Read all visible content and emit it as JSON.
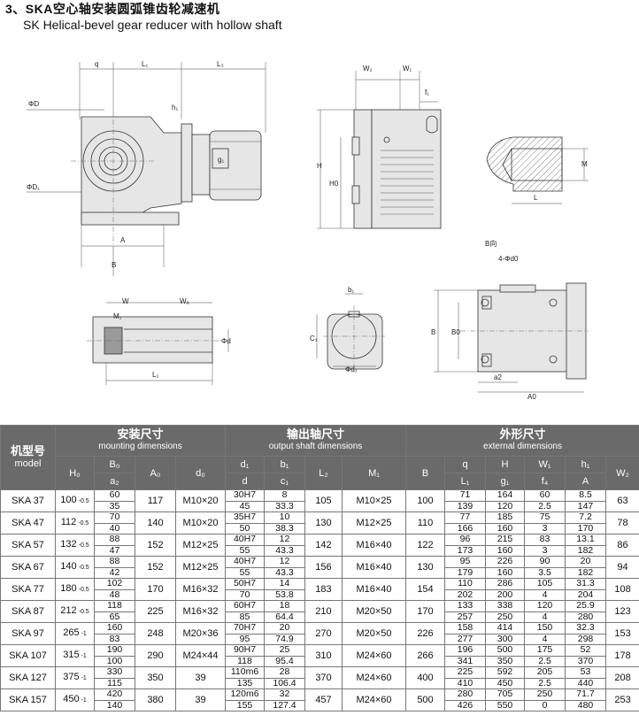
{
  "heading": {
    "zh": "3、SKA空心轴安装圆弧锥齿轮减速机",
    "en": "SK Helical-bevel gear reducer with hollow shaft"
  },
  "drawing_labels": {
    "q": "q",
    "L1": "L₁",
    "L3": "L₃",
    "phiD": "ΦD",
    "phiD1": "ΦD₁",
    "h1": "h₁",
    "g1": "g₁",
    "A": "A",
    "B": "B",
    "W2": "W₂",
    "W1": "W₁",
    "f1": "f₁",
    "H": "H",
    "H0": "H0",
    "M": "M",
    "L": "L",
    "W": "W",
    "Wa": "Wₐ",
    "M1": "M₁",
    "phid": "Φd",
    "L2": "L₂",
    "b1": "b₁",
    "C1": "C₁",
    "phid1": "Φd₁",
    "b_view": "B向",
    "holes": "4-Φd0",
    "B0": "B0",
    "a2": "a2",
    "A0": "A0"
  },
  "table": {
    "model_zh": "机型号",
    "model_en": "model",
    "groups": [
      {
        "zh": "安装尺寸",
        "en": "mounting dimensions"
      },
      {
        "zh": "输出轴尺寸",
        "en": "output shaft dimensions"
      },
      {
        "zh": "外形尺寸",
        "en": "external dimensions"
      }
    ],
    "cols": {
      "H0": "H₀",
      "B0": "B₀",
      "a2": "a₂",
      "A0": "A₀",
      "d0": "d₀",
      "d1": "d₁",
      "d": "d",
      "b1": "b₁",
      "c1": "c₁",
      "L2": "L₂",
      "M1": "M₁",
      "B": "B",
      "q": "q",
      "L1": "L₁",
      "H": "H",
      "g1": "g₁",
      "W1": "W₁",
      "f4": "f₄",
      "h1": "h₁",
      "A": "A",
      "W2": "W₂"
    },
    "rows": [
      {
        "model": "SKA 37",
        "H0": "100",
        "tol": "-0.5",
        "B0": "60",
        "a2": "35",
        "A0": "117",
        "d0": "M10×20",
        "d1": "30H7",
        "d": "45",
        "b1": "8",
        "c1": "33.3",
        "L2": "105",
        "M1": "M10×25",
        "B": "100",
        "q": "71",
        "L1": "139",
        "H": "164",
        "g1": "120",
        "W1": "60",
        "f4": "2.5",
        "h1": "8.5",
        "A": "147",
        "W2": "63"
      },
      {
        "model": "SKA 47",
        "H0": "112",
        "tol": "-0.5",
        "B0": "70",
        "a2": "40",
        "A0": "140",
        "d0": "M10×20",
        "d1": "35H7",
        "d": "50",
        "b1": "10",
        "c1": "38.3",
        "L2": "130",
        "M1": "M12×25",
        "B": "110",
        "q": "77",
        "L1": "166",
        "H": "185",
        "g1": "160",
        "W1": "75",
        "f4": "3",
        "h1": "7.2",
        "A": "170",
        "W2": "78"
      },
      {
        "model": "SKA 57",
        "H0": "132",
        "tol": "-0.5",
        "B0": "88",
        "a2": "47",
        "A0": "152",
        "d0": "M12×25",
        "d1": "40H7",
        "d": "55",
        "b1": "12",
        "c1": "43.3",
        "L2": "142",
        "M1": "M16×40",
        "B": "122",
        "q": "96",
        "L1": "173",
        "H": "215",
        "g1": "160",
        "W1": "83",
        "f4": "3",
        "h1": "13.1",
        "A": "182",
        "W2": "86"
      },
      {
        "model": "SKA 67",
        "H0": "140",
        "tol": "-0.5",
        "B0": "88",
        "a2": "42",
        "A0": "152",
        "d0": "M12×25",
        "d1": "40H7",
        "d": "55",
        "b1": "12",
        "c1": "43.3",
        "L2": "156",
        "M1": "M16×40",
        "B": "130",
        "q": "95",
        "L1": "179",
        "H": "226",
        "g1": "160",
        "W1": "90",
        "f4": "3.5",
        "h1": "20",
        "A": "182",
        "W2": "94"
      },
      {
        "model": "SKA 77",
        "H0": "180",
        "tol": "-0.5",
        "B0": "102",
        "a2": "48",
        "A0": "170",
        "d0": "M16×32",
        "d1": "50H7",
        "d": "70",
        "b1": "14",
        "c1": "53.8",
        "L2": "183",
        "M1": "M16×40",
        "B": "154",
        "q": "110",
        "L1": "202",
        "H": "286",
        "g1": "200",
        "W1": "105",
        "f4": "4",
        "h1": "31.3",
        "A": "204",
        "W2": "108"
      },
      {
        "model": "SKA 87",
        "H0": "212",
        "tol": "-0.5",
        "B0": "118",
        "a2": "65",
        "A0": "225",
        "d0": "M16×32",
        "d1": "60H7",
        "d": "85",
        "b1": "18",
        "c1": "64.4",
        "L2": "210",
        "M1": "M20×50",
        "B": "170",
        "q": "133",
        "L1": "257",
        "H": "338",
        "g1": "250",
        "W1": "120",
        "f4": "4",
        "h1": "25.9",
        "A": "280",
        "W2": "123"
      },
      {
        "model": "SKA 97",
        "H0": "265",
        "tol": "-1",
        "B0": "160",
        "a2": "83",
        "A0": "248",
        "d0": "M20×36",
        "d1": "70H7",
        "d": "95",
        "b1": "20",
        "c1": "74.9",
        "L2": "270",
        "M1": "M20×50",
        "B": "226",
        "q": "158",
        "L1": "277",
        "H": "414",
        "g1": "300",
        "W1": "150",
        "f4": "4",
        "h1": "32.3",
        "A": "298",
        "W2": "153"
      },
      {
        "model": "SKA 107",
        "H0": "315",
        "tol": "-1",
        "B0": "190",
        "a2": "100",
        "A0": "290",
        "d0": "M24×44",
        "d1": "90H7",
        "d": "118",
        "b1": "25",
        "c1": "95.4",
        "L2": "310",
        "M1": "M24×60",
        "B": "266",
        "q": "196",
        "L1": "341",
        "H": "500",
        "g1": "350",
        "W1": "175",
        "f4": "2.5",
        "h1": "52",
        "A": "370",
        "W2": "178"
      },
      {
        "model": "SKA 127",
        "H0": "375",
        "tol": "-1",
        "B0": "330",
        "a2": "115",
        "A0": "350",
        "d0": "39",
        "d1": "110m6",
        "d": "135",
        "b1": "28",
        "c1": "106.4",
        "L2": "370",
        "M1": "M24×60",
        "B": "400",
        "q": "225",
        "L1": "410",
        "H": "592",
        "g1": "450",
        "W1": "205",
        "f4": "2.5",
        "h1": "53",
        "A": "440",
        "W2": "208"
      },
      {
        "model": "SKA 157",
        "H0": "450",
        "tol": "-1",
        "B0": "420",
        "a2": "140",
        "A0": "380",
        "d0": "39",
        "d1": "120m6",
        "d": "155",
        "b1": "32",
        "c1": "127.4",
        "L2": "457",
        "M1": "M24×60",
        "B": "500",
        "q": "280",
        "L1": "426",
        "H": "705",
        "g1": "550",
        "W1": "250",
        "f4": "0",
        "h1": "71.7",
        "A": "480",
        "W2": "253"
      }
    ]
  }
}
